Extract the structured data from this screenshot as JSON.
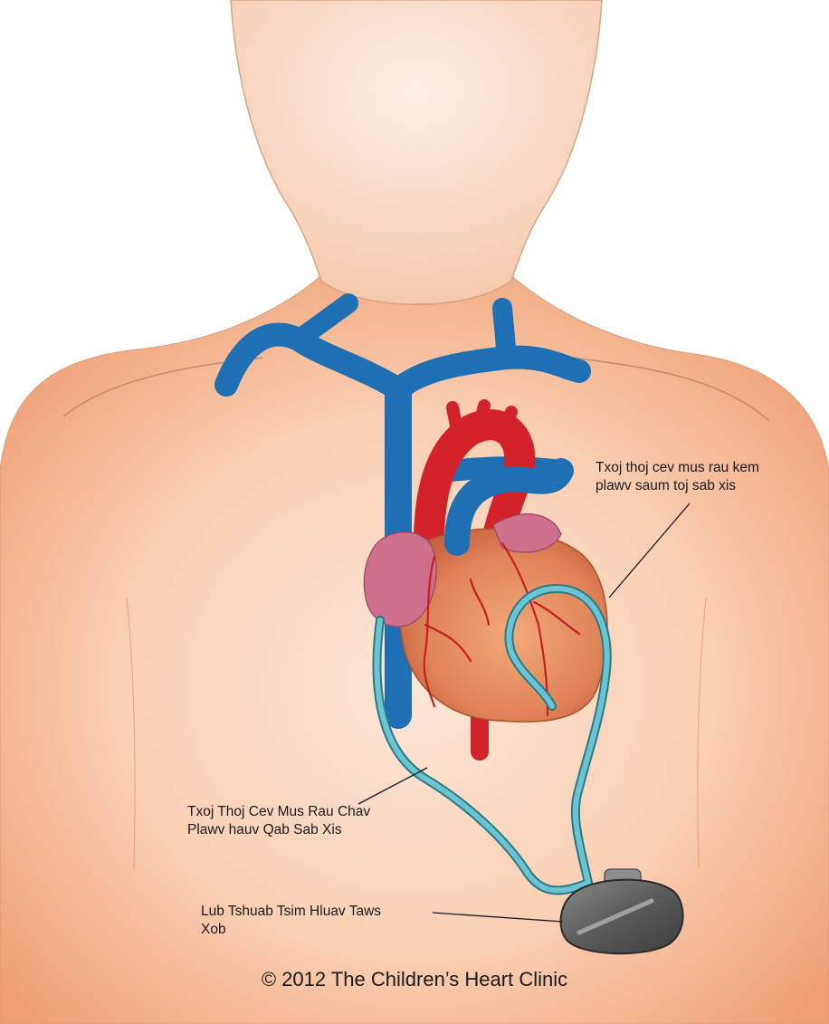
{
  "labels": {
    "epicardial": {
      "line1": "Txoj thoj cev mus rau kem",
      "line2": "plawv saum toj sab xis"
    },
    "transvenous": {
      "line1": "Txoj Thoj Cev Mus Rau Chav",
      "line2": "Plawv hauv Qab Sab Xis"
    },
    "generator": {
      "line1": "Lub Tshuab Tsim Hluav Taws",
      "line2": "Xob"
    }
  },
  "copyright": "© 2012 The Children’s Heart Clinic",
  "colors": {
    "skin": "#f6c6a6",
    "skin_edge": "#ef9f75",
    "vein": "#1f6fb5",
    "aorta": "#d4222a",
    "heart": "#e98a5e",
    "atrium": "#cf6f8e",
    "lead": "#5bb8c8",
    "generator": "#6b6b6b"
  }
}
